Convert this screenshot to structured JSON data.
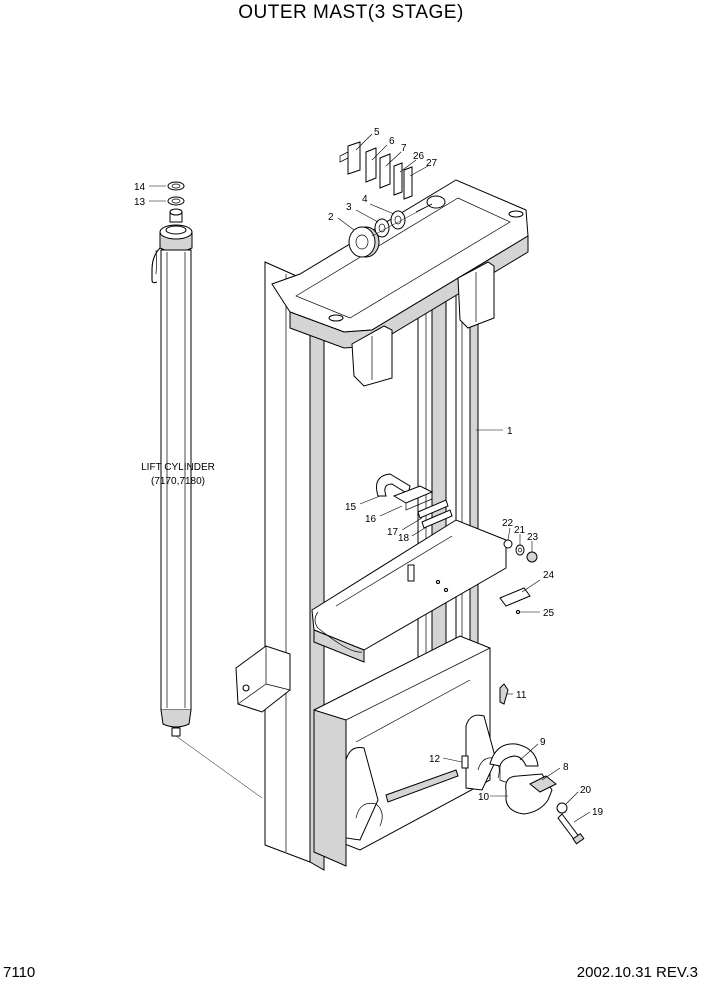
{
  "title": "OUTER MAST(3 STAGE)",
  "page_number": "7110",
  "revision": "2002.10.31 REV.3",
  "note": {
    "line1": "LIFT CYLINDER",
    "line2": "(7170,7180)"
  },
  "callouts": {
    "c1": "1",
    "c2": "2",
    "c3": "3",
    "c4": "4",
    "c5": "5",
    "c6": "6",
    "c7": "7",
    "c8": "8",
    "c9": "9",
    "c10": "10",
    "c11": "11",
    "c12": "12",
    "c13": "13",
    "c14": "14",
    "c15": "15",
    "c16": "16",
    "c17": "17",
    "c18": "18",
    "c19": "19",
    "c20": "20",
    "c21": "21",
    "c22": "22",
    "c23": "23",
    "c24": "24",
    "c25": "25",
    "c26": "26",
    "c27": "27"
  }
}
